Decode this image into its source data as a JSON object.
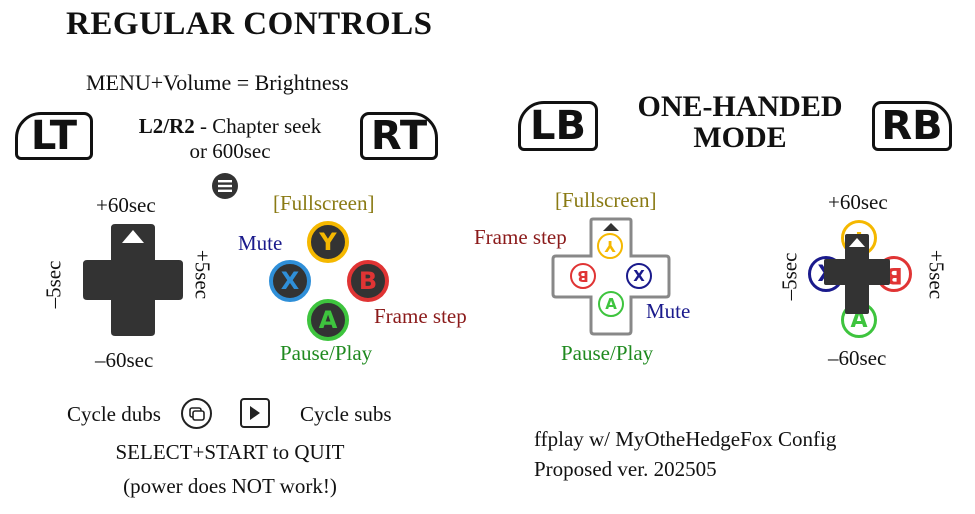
{
  "title": "REGULAR CONTROLS",
  "menu_brightness": "MENU+Volume = Brightness",
  "left_shoulder": "LT",
  "right_shoulder": "RT",
  "chapter_seek_key": "L2/R2",
  "chapter_seek_desc": " - Chapter seek",
  "chapter_seek_desc2": "or 600sec",
  "regular": {
    "dpad_up": "+60sec",
    "dpad_down": "–60sec",
    "dpad_left": "–5sec",
    "dpad_right": "+5sec",
    "btn_y_label": "[Fullscreen]",
    "btn_x_label": "Mute",
    "btn_b_label": "Frame step",
    "btn_a_label": "Pause/Play",
    "btn_y": "Y",
    "btn_x": "X",
    "btn_b": "B",
    "btn_a": "A"
  },
  "cycle_dubs": "Cycle dubs",
  "cycle_subs": "Cycle subs",
  "select_start": "SELECT+START to QUIT",
  "power_note": "(power does NOT work!)",
  "one_handed_title_1": "ONE-HANDED",
  "one_handed_title_2": "MODE",
  "lb": "LB",
  "rb": "RB",
  "onehand": {
    "y_label": "[Fullscreen]",
    "up_label": "Frame step",
    "x_label": "Mute",
    "a_label": "Pause/Play",
    "y": "Y",
    "b": "B",
    "x": "X",
    "a": "A",
    "r_up": "+60sec",
    "r_down": "–60sec",
    "r_left": "–5sec",
    "r_right": "+5sec"
  },
  "ffplay_line1": "ffplay w/ MyOtheHedgeFox Config",
  "ffplay_line2": "Proposed ver. 202505",
  "colors": {
    "y": "#f5b800",
    "x": "#2f8fd8",
    "b": "#e03434",
    "a": "#3ec43e",
    "mute": "#1a1a8c",
    "frame": "#8b1a1a",
    "pause": "#1f8a1f",
    "fullscreen": "#8a7a14"
  },
  "icons": [
    "menu-icon",
    "view-icon",
    "play-icon"
  ]
}
